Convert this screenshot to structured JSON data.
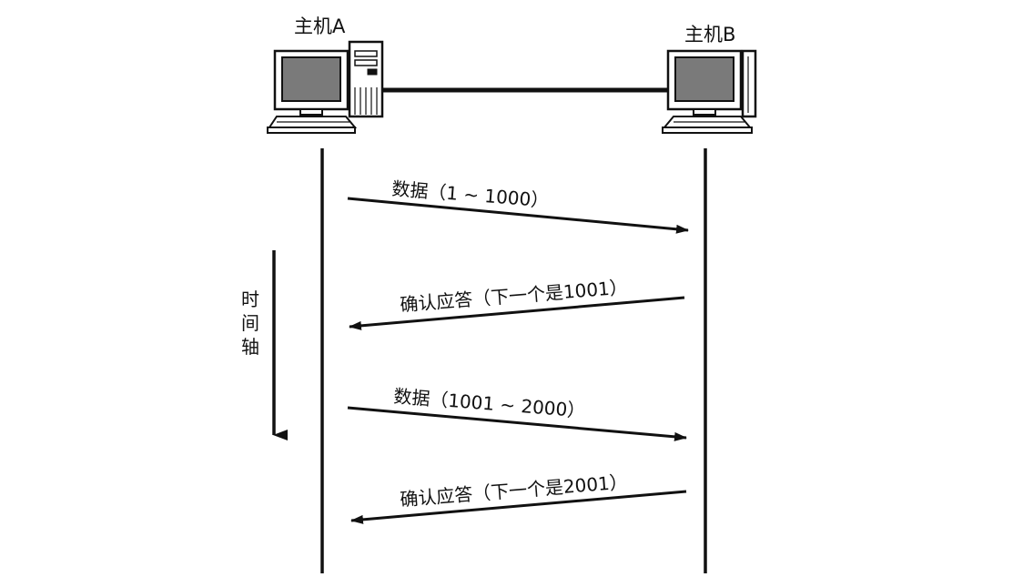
{
  "hosts": {
    "a": {
      "label": "主机A"
    },
    "b": {
      "label": "主机B"
    }
  },
  "time_axis": {
    "chars": [
      "时",
      "间",
      "轴"
    ]
  },
  "messages": [
    {
      "label": "数据（1 ~ 1000）",
      "direction": "A-to-B"
    },
    {
      "label": "确认应答（下一个是1001）",
      "direction": "B-to-A"
    },
    {
      "label": "数据（1001 ~ 2000）",
      "direction": "A-to-B"
    },
    {
      "label": "确认应答（下一个是2001）",
      "direction": "B-to-A"
    }
  ],
  "colors": {
    "ink": "#111111",
    "screen": "#7a7a7a",
    "paper": "#ffffff"
  }
}
